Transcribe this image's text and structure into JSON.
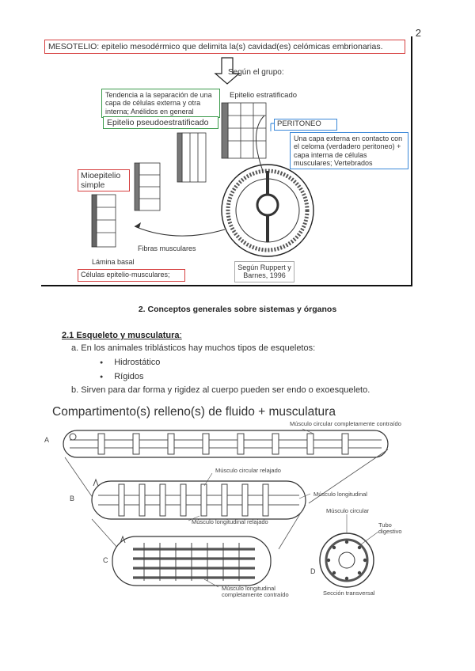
{
  "page_number": "2",
  "figure1": {
    "mesotelio": "MESOTELIO: epitelio mesodérmico que delimita la(s) cavidad(es) celómicas embrionarias.",
    "segun_grupo": "Según el grupo:",
    "tendencia": "Tendencia a la separación de una capa de células externa y otra interna; Anélidos en general",
    "pseudo": "Epitelio pseudoestratificado",
    "estratificado": "Epitelio estratificado",
    "peritoneo": "PERITONEO",
    "capa_externa": "Una capa externa en contacto con el celoma (verdadero peritoneo) + capa interna de células musculares; Vertebrados",
    "mioepitelio": "Mioepitelio simple",
    "fibras": "Fibras musculares",
    "lamina": "Lámina basal",
    "celulas": "Células epitelio-musculares;",
    "ruppert": "Según Ruppert y Barnes, 1996"
  },
  "section_title": "2. Conceptos generales sobre sistemas y órganos",
  "subsection": {
    "title": "2.1 Esqueleto y musculatura",
    "colon": ":"
  },
  "list": {
    "a": "a.   En los animales triblásticos hay muchos tipos de esqueletos:",
    "bullets": [
      "Hidrostático",
      "Rígidos"
    ],
    "b": "b.   Sirven para dar forma y rigidez al cuerpo pueden ser endo o exoesqueleto."
  },
  "figure2": {
    "title": "Compartimento(s) relleno(s) de fluido + musculatura",
    "letters": [
      "A",
      "B",
      "C",
      "D"
    ],
    "lbl_circ_contraido": "Músculo circular completamente contraído",
    "lbl_circ_relajado": "Músculo circular relajado",
    "lbl_long": "Músculo longitudinal",
    "lbl_long_relajado": "Músculo longitudinal relajado",
    "lbl_circular": "Músculo circular",
    "lbl_tubo": "Tubo digestivo",
    "lbl_long_contraido": "Músculo longitudinal completamente contraído",
    "lbl_seccion": "Sección transversal"
  }
}
